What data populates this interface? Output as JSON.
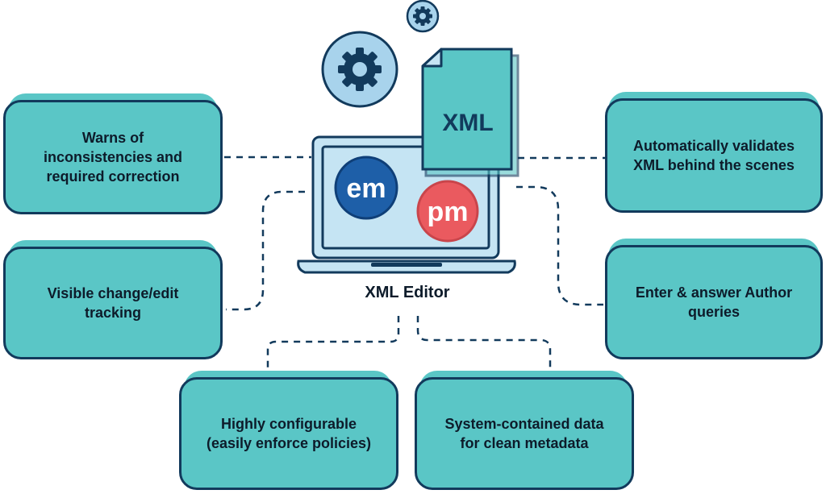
{
  "center": {
    "label": "XML Editor",
    "file_label": "XML",
    "logo_em": "em",
    "logo_pm": "pm"
  },
  "cards": {
    "warns": "Warns of\ninconsistencies and\nrequired correction",
    "tracking": "Visible change/edit\ntracking",
    "configurable": "Highly configurable\n(easily enforce policies)",
    "system": "System-contained data\nfor clean metadata",
    "validates": "Automatically validates\nXML behind the scenes",
    "queries": "Enter & answer Author\nqueries"
  },
  "colors": {
    "card_fill": "#5ac6c6",
    "outline": "#123a5c",
    "screen_fill": "#c5e4f3",
    "gear_fill": "#a8d3ec",
    "em_blue": "#1e5fa8",
    "pm_red": "#ea5a5f"
  },
  "icons": [
    "gear-icon",
    "laptop-icon",
    "xml-file-icon"
  ]
}
